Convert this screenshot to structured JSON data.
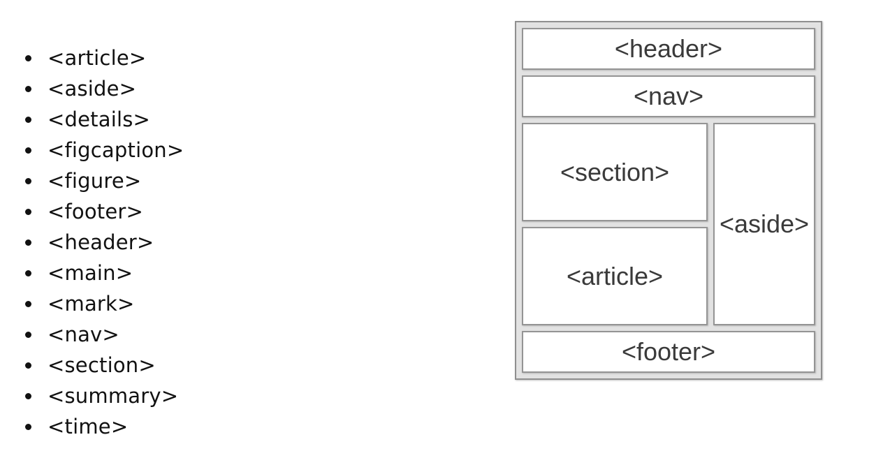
{
  "list": {
    "items": [
      "<article>",
      "<aside>",
      "<details>",
      "<figcaption>",
      "<figure>",
      "<footer>",
      "<header>",
      "<main>",
      "<mark>",
      "<nav>",
      "<section>",
      "<summary>",
      "<time>"
    ]
  },
  "diagram": {
    "boxes": {
      "header": "<header>",
      "nav": "<nav>",
      "section": "<section>",
      "article": "<article>",
      "aside": "<aside>",
      "footer": "<footer>"
    },
    "colors": {
      "page_background": "#ffffff",
      "diagram_background": "#e2e2e2",
      "box_background": "#ffffff",
      "border": "#8f8f8f",
      "diagram_text": "#3a3a3a",
      "list_text": "#111111"
    }
  }
}
